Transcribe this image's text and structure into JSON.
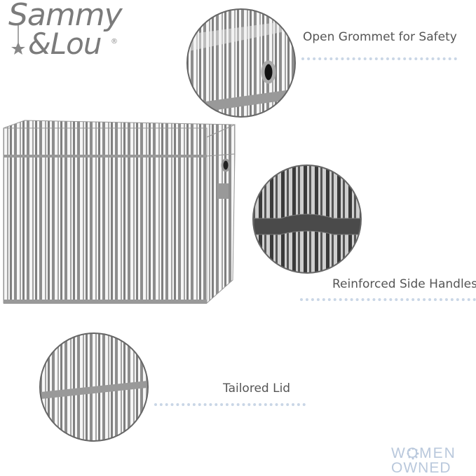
{
  "brand": {
    "line1": "Sammy",
    "line2": "&Lou",
    "registered": "®"
  },
  "features": [
    {
      "label": "Open Grommet for Safety"
    },
    {
      "label": "Reinforced Side Handles"
    },
    {
      "label": "Tailored Lid"
    }
  ],
  "badge": {
    "line1": "WOMEN",
    "line2": "OWNED"
  },
  "colors": {
    "stripe": "#8a8a8a",
    "dots": "#c9d6e6",
    "text": "#555555",
    "logo": "#7b7b7b"
  }
}
